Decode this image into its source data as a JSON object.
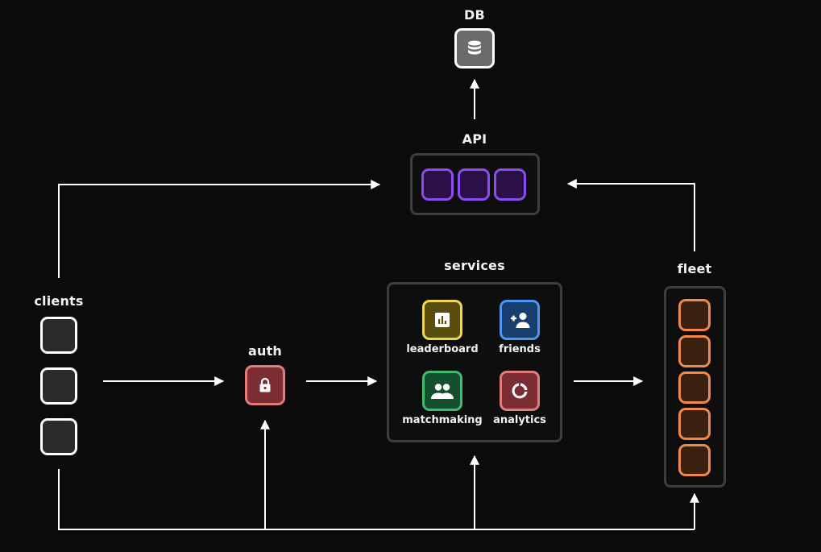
{
  "nodes": {
    "db": {
      "label": "DB",
      "icon": "database-icon"
    },
    "api": {
      "label": "API"
    },
    "clients": {
      "label": "clients"
    },
    "auth": {
      "label": "auth",
      "icon": "lock-icon"
    },
    "services": {
      "label": "services",
      "items": [
        {
          "label": "leaderboard",
          "icon": "bar-chart-icon",
          "border": "#f0d64c",
          "fill": "#5a4d10"
        },
        {
          "label": "friends",
          "icon": "add-person-icon",
          "border": "#4d97f0",
          "fill": "#173e6e"
        },
        {
          "label": "matchmaking",
          "icon": "group-icon",
          "border": "#3fba72",
          "fill": "#14502e"
        },
        {
          "label": "analytics",
          "icon": "donut-chart-icon",
          "border": "#e37b7b",
          "fill": "#7c2d34"
        }
      ]
    },
    "fleet": {
      "label": "fleet"
    }
  },
  "colors": {
    "background": "#0b0b0b",
    "connector": "#ffffff",
    "panel_border": "#3e3e3e",
    "api_accent": "#8b4cf0",
    "fleet_accent": "#f0894b",
    "auth_accent": "#e37b7b"
  }
}
